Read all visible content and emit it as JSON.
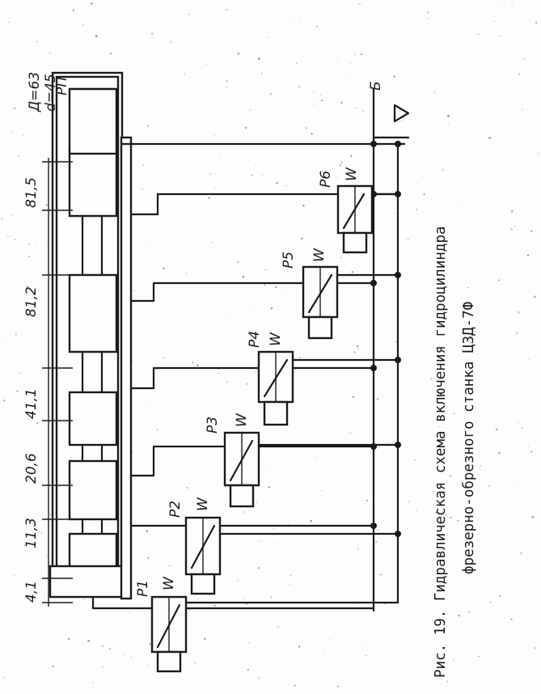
{
  "caption": {
    "line1": "Рис. 19. Гидравлическая схема включения гидроцилиндра",
    "line2": "фрезерно-обрезного станка ЦЗД-7Ф"
  },
  "cylinder": {
    "stroke_labels": [
      "4,1",
      "11,3",
      "20,6",
      "41,1",
      "81,2",
      "81,5"
    ],
    "rod_dims": [
      "Д=63",
      "d=45"
    ],
    "rod_label": "РП"
  },
  "valves": [
    "Р1",
    "Р2",
    "Р3",
    "Р4",
    "Р5",
    "Р6"
  ],
  "spring_label": "W",
  "tank_label": "Б"
}
